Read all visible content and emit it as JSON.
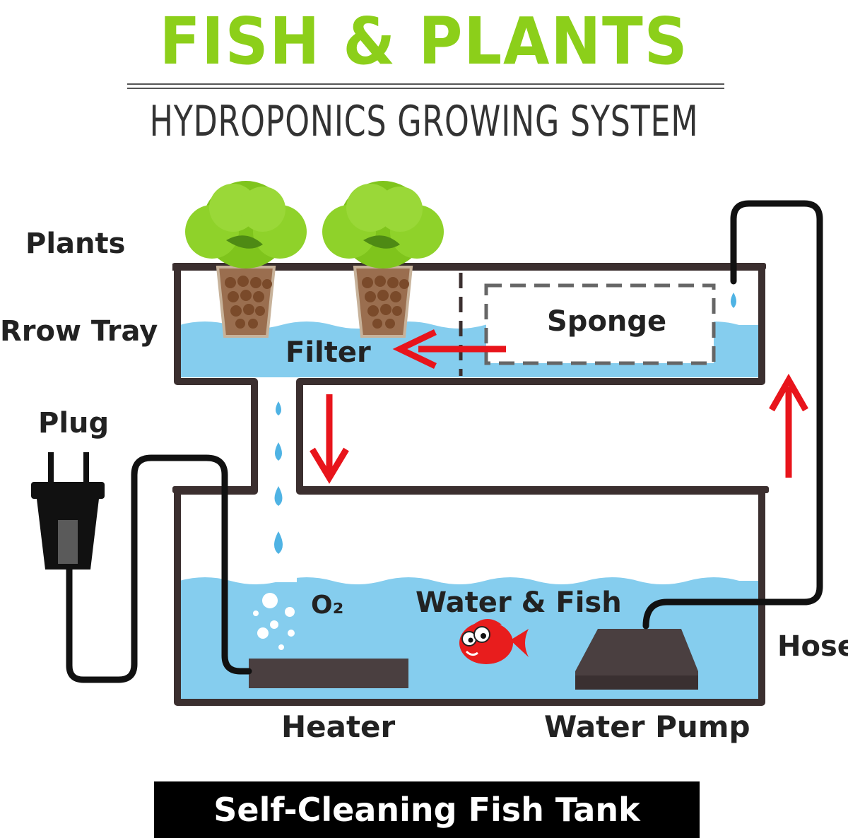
{
  "header": {
    "title": "FISH & PLANTS",
    "subtitle": "HYDROPONICS GROWING SYSTEM",
    "title_color": "#8ccf1a"
  },
  "labels": {
    "plants": "Plants",
    "grow_tray": "Rrow Tray",
    "plug": "Plug",
    "sponge": "Sponge",
    "filter": "Filter",
    "oxygen": "O₂",
    "water_fish": "Water & Fish",
    "hose": "Hose",
    "heater": "Heater",
    "water_pump": "Water Pump"
  },
  "footer": {
    "text": "Self-Cleaning Fish Tank"
  },
  "colors": {
    "water": "#85cdee",
    "tank_outline": "#3b2f2f",
    "arrow": "#e8141b",
    "plant": "#8fd22a",
    "device": "#4a3f40",
    "hose": "#111111"
  },
  "icons": [
    "plant-icon",
    "plug-icon",
    "fish-icon",
    "water-drop-icon",
    "down-arrow-icon",
    "up-arrow-icon",
    "left-arrow-icon"
  ]
}
